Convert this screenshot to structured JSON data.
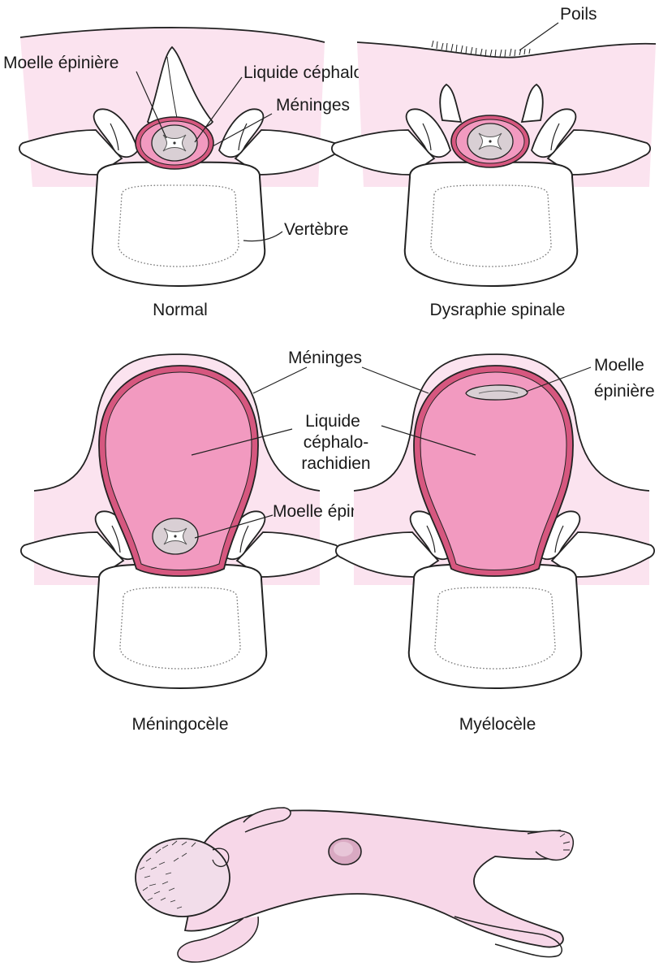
{
  "colors": {
    "skin": "#fbe3ef",
    "baby_skin": "#f7d7e8",
    "meninges": "#d6577f",
    "csf": "#f29ac0",
    "cord": "#d9cfd4",
    "bone": "#ffffff",
    "line": "#222222"
  },
  "panels": {
    "normal": {
      "caption": "Normal",
      "labels": {
        "spinal_cord": "Moelle épinière",
        "csf": "Liquide céphalorachidien",
        "meninges": "Méninges",
        "vertebra": "Vertèbre"
      }
    },
    "dysraphism": {
      "caption": "Dysraphie spinale",
      "labels": {
        "hair": "Poils"
      }
    },
    "meningocele": {
      "caption": "Méningocèle",
      "labels": {
        "meninges": "Méninges",
        "csf_1": "Liquide",
        "csf_2": "céphalo-",
        "csf_3": "rachidien",
        "spinal_cord": "Moelle épinière"
      }
    },
    "myelocele": {
      "caption": "Myélocèle",
      "labels": {
        "spinal_cord_1": "Moelle",
        "spinal_cord_2": "épinière"
      }
    }
  },
  "baby": {
    "icon": "infant-lying-prone-with-lesion"
  }
}
